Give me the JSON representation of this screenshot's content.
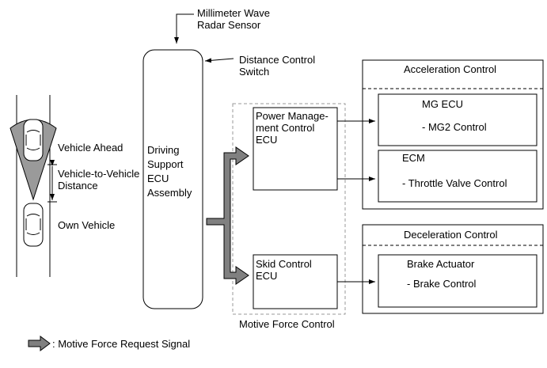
{
  "labels": {
    "millimeter_wave": "Millimeter Wave\nRadar Sensor",
    "distance_switch": "Distance Control\nSwitch",
    "driving_support": "Driving\nSupport\nECU\nAssembly",
    "vehicle_ahead": "Vehicle Ahead",
    "vehicle_distance": "Vehicle-to-Vehicle\nDistance",
    "own_vehicle": "Own Vehicle",
    "power_mgmt": "Power Manage-\nment Control\nECU",
    "skid_control": "Skid Control\nECU",
    "motive_force_control": "Motive Force Control",
    "acceleration_control": "Acceleration Control",
    "mg_ecu": "MG ECU",
    "mg2_control": "- MG2 Control",
    "ecm": "ECM",
    "throttle_control": "- Throttle Valve Control",
    "deceleration_control": "Deceleration Control",
    "brake_actuator": "Brake Actuator",
    "brake_control": "- Brake Control",
    "legend": ": Motive Force Request Signal"
  },
  "colors": {
    "line": "#000000",
    "radar_fill": "#9a9a9a",
    "arrow_fill": "#808080",
    "dashed": "#999999"
  }
}
